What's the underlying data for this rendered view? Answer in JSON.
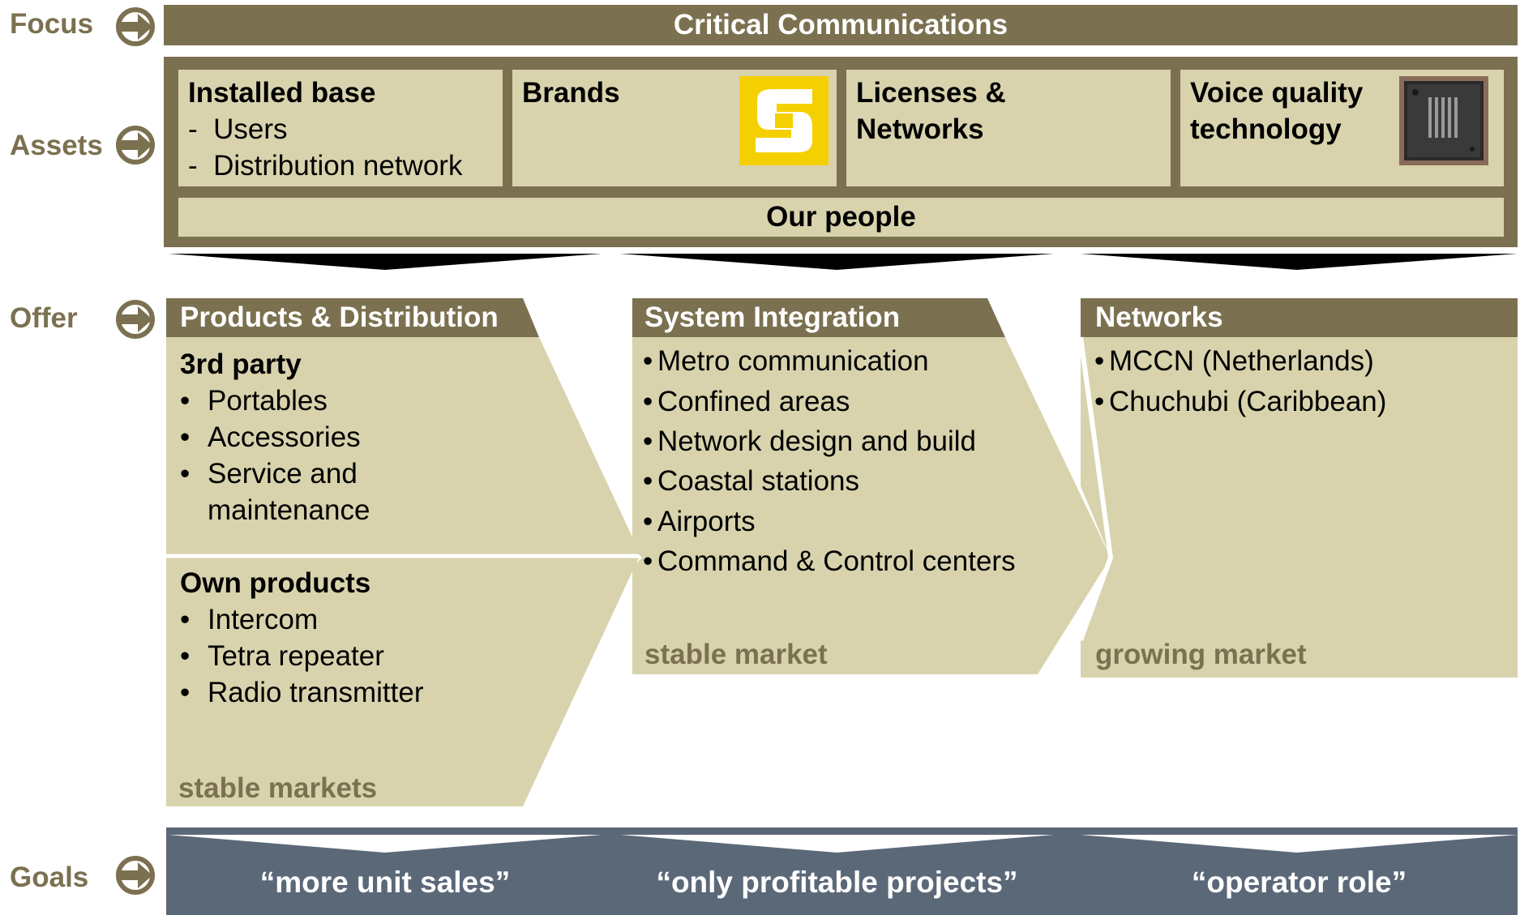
{
  "rows": {
    "focus": "Focus",
    "assets": "Assets",
    "offer": "Offer",
    "goals": "Goals"
  },
  "focus_bar": "Critical Communications",
  "assets": {
    "installed_base": {
      "title": "Installed base",
      "items": [
        "-  Users",
        "-  Distribution network"
      ]
    },
    "brands": {
      "title": "Brands"
    },
    "licenses": {
      "title_line1": "Licenses &",
      "title_line2": "Networks"
    },
    "voice": {
      "title_line1": "Voice quality",
      "title_line2": "technology"
    },
    "people": "Our people"
  },
  "offer": {
    "products": {
      "header": "Products & Distribution",
      "third_party_title": "3rd party",
      "third_party_items": [
        "Portables",
        "Accessories",
        "Service and",
        "maintenance"
      ],
      "own_title": "Own products",
      "own_items": [
        "Intercom",
        "Tetra repeater",
        "Radio transmitter"
      ],
      "market": "stable markets"
    },
    "system_integration": {
      "header": "System Integration",
      "items": [
        "Metro communication",
        "Confined areas",
        "Network design and build",
        "Coastal stations",
        "Airports",
        "Command & Control centers"
      ],
      "market": "stable market"
    },
    "networks": {
      "header": "Networks",
      "items": [
        "MCCN (Netherlands)",
        "Chuchubi (Caribbean)"
      ],
      "market": "growing market"
    }
  },
  "goals": [
    "“more unit sales”",
    "“only profitable projects”",
    "“operator role”"
  ],
  "colors": {
    "olive": "#7b7150",
    "beige": "#d8d3ad",
    "slate": "#5b6878",
    "brand_yellow": "#f5d000"
  }
}
